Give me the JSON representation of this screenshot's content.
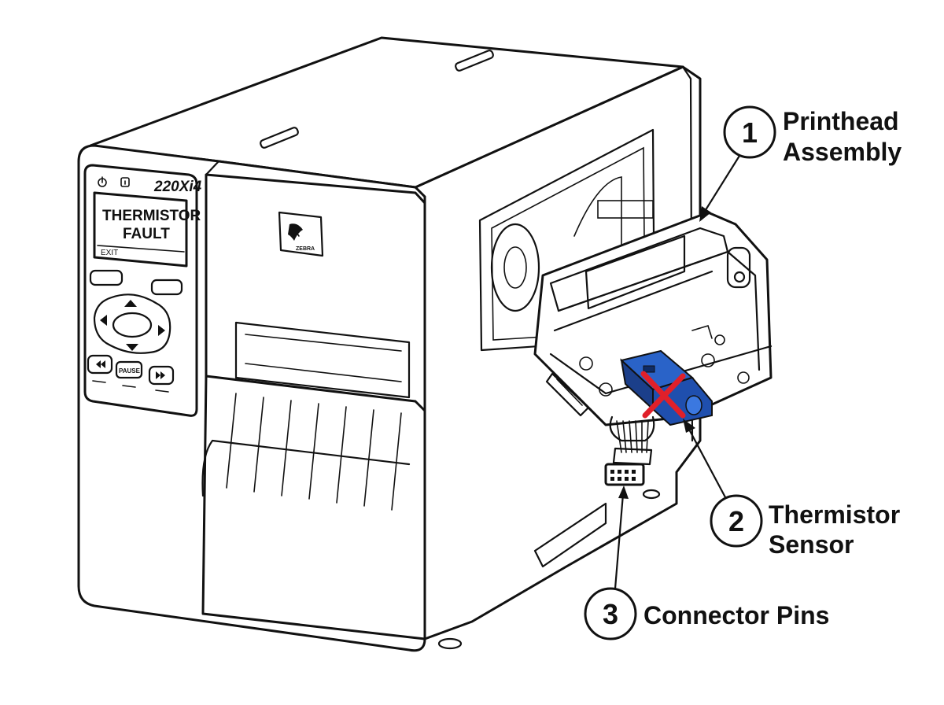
{
  "printer": {
    "model": "220Xi4",
    "display_line1": "THERMISTOR",
    "display_line2": "FAULT",
    "display_softkey": "EXIT",
    "button_center": "PAUSE",
    "logo_text": "ZEBRA"
  },
  "callouts": [
    {
      "number": "1",
      "line1": "Printhead",
      "line2": "Assembly"
    },
    {
      "number": "2",
      "line1": "Thermistor",
      "line2": "Sensor"
    },
    {
      "number": "3",
      "line1": "Connector Pins",
      "line2": ""
    }
  ],
  "colors": {
    "sensor": "#2a63c8",
    "sensor_dark": "#1b3f8a",
    "fault_mark": "#e0202a",
    "line": "#111111"
  }
}
